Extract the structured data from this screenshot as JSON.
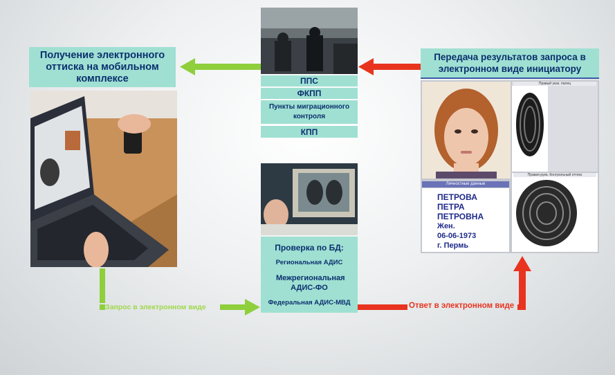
{
  "left_title": "Получение электронного оттиска на мобильном комплексе",
  "right_title": "Передача результатов запроса в электронном виде инициатору",
  "checkpoints": [
    "ППС",
    "ФКПП",
    "Пункты миграционного контроля",
    "КПП"
  ],
  "database_check": {
    "title": "Проверка по БД:",
    "items": [
      "Региональная АДИС",
      "Межрегиональная АДИС-ФО",
      "Федеральная АДИС-МВД"
    ]
  },
  "record": {
    "header": "Личностные данные",
    "surname": "ПЕТРОВА",
    "name": "ПЕТРА",
    "patronymic": "ПЕТРОВНА",
    "sex": "Жен.",
    "birth_date": "06-06-1973",
    "city": "г. Пермь",
    "print_caption_top": "Правый указ. палец",
    "print_caption_bottom": "Правая рука. Контрольный оттиск"
  },
  "request_label": "Запрос в электронном виде",
  "response_label": "Ответ в электронном виде",
  "colors": {
    "green": "#8fcf3c",
    "red": "#e8341f",
    "label_bg": "#9fe0d2",
    "label_text": "#0b2f6e"
  }
}
